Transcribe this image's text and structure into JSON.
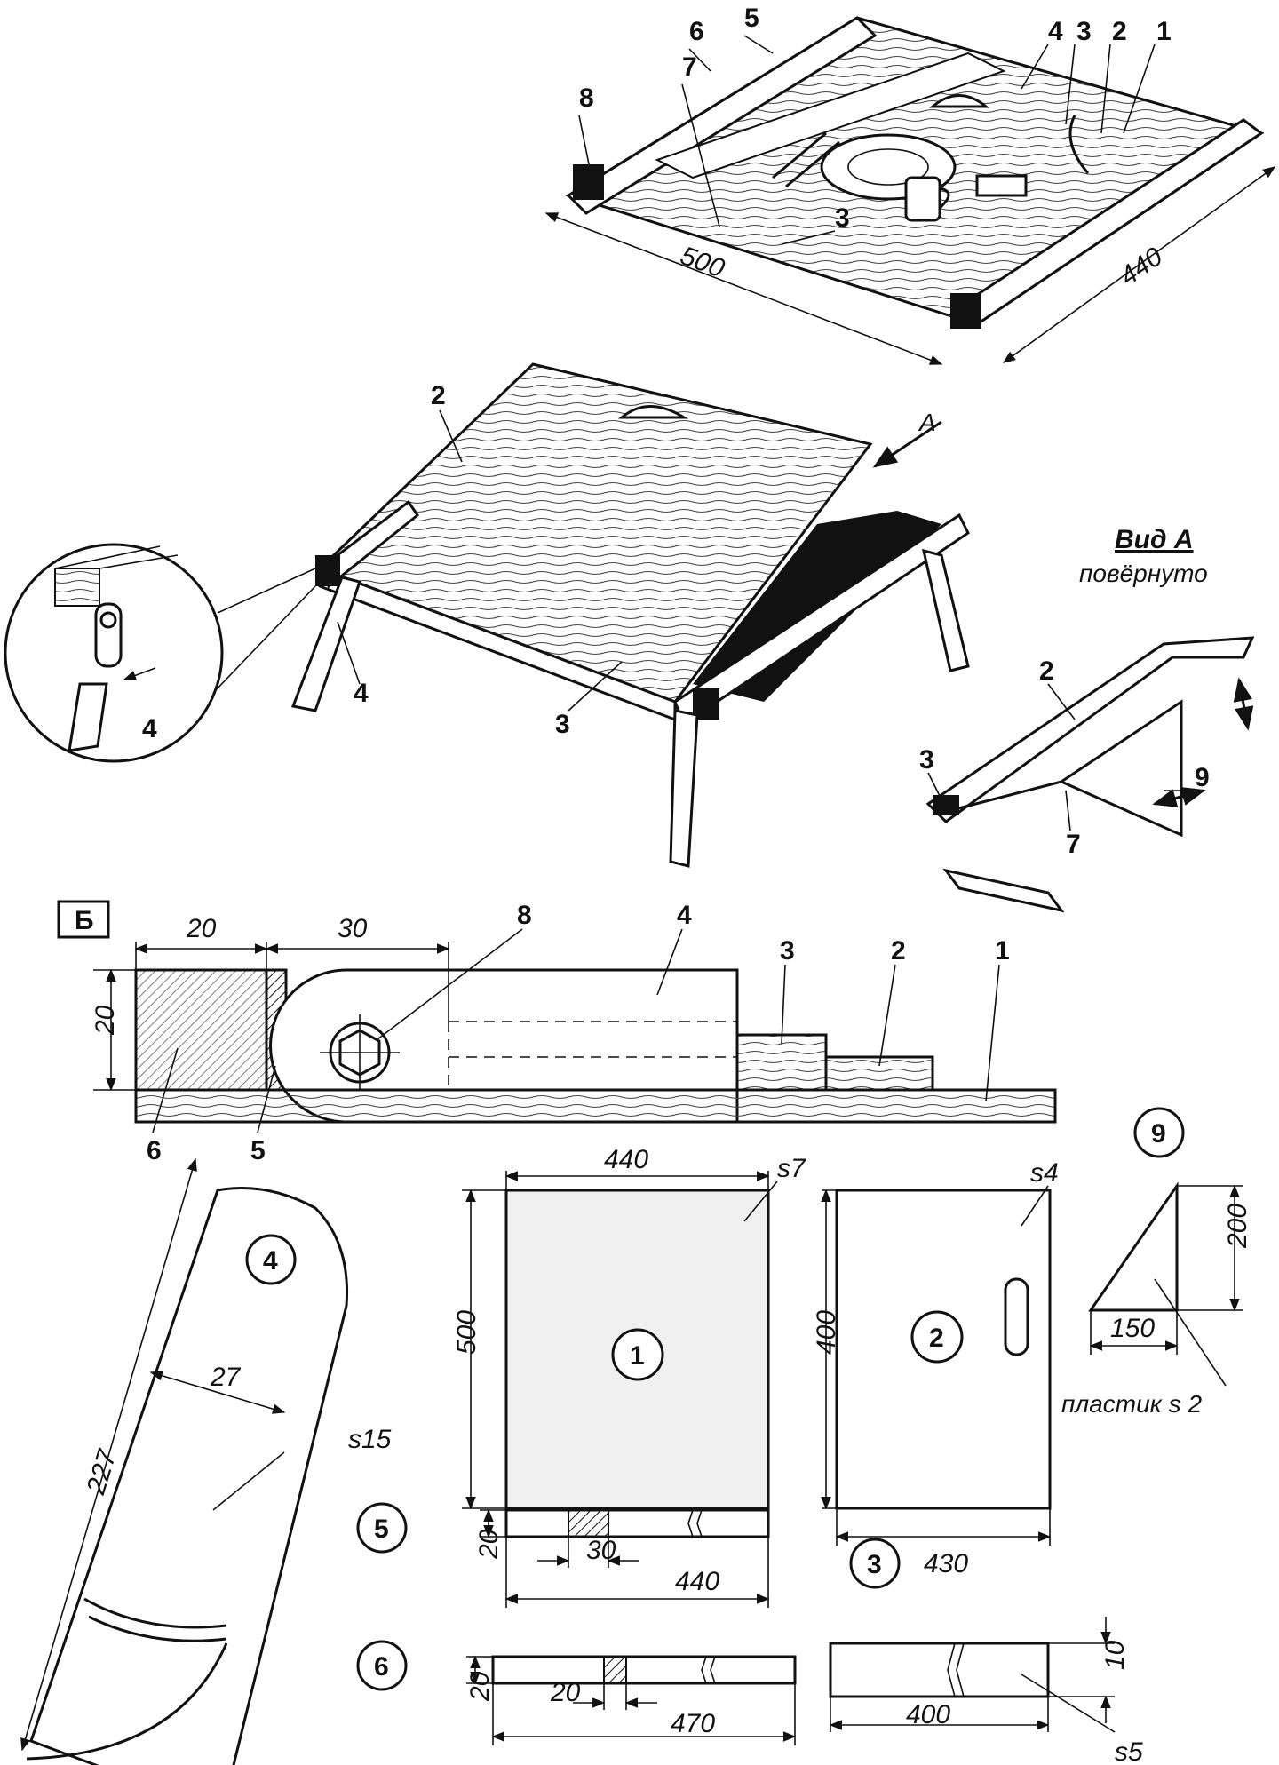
{
  "top_view": {
    "labels": [
      "1",
      "2",
      "3",
      "4",
      "5",
      "6",
      "7",
      "8",
      "3"
    ],
    "dim_length": "500",
    "dim_width": "440"
  },
  "middle_view": {
    "label_top": "2",
    "label_leg_left": "4",
    "label_front": "3",
    "arrow_label": "A",
    "detail_label": "4"
  },
  "view_a": {
    "title": "Вид А",
    "subtitle": "повёрнуто",
    "labels": [
      "2",
      "3",
      "9",
      "7"
    ]
  },
  "section_b": {
    "tag": "Б",
    "dim_a": "20",
    "dim_b": "30",
    "dim_h": "20",
    "labels": [
      "8",
      "4",
      "3",
      "2",
      "1",
      "6",
      "5"
    ]
  },
  "parts": {
    "p1": {
      "id": "1",
      "width": "440",
      "height": "500",
      "thickness": "s7"
    },
    "p2": {
      "id": "2",
      "width": "430",
      "height": "400",
      "thickness": "s4"
    },
    "p3": {
      "id": "3",
      "length": "400",
      "height": "10",
      "thickness": "s5"
    },
    "p4": {
      "id": "4",
      "length": "227",
      "width": "27",
      "thickness": "s15"
    },
    "p5": {
      "id": "5",
      "length": "440",
      "slot": "30",
      "height": "20"
    },
    "p6": {
      "id": "6",
      "length": "470",
      "slot": "20",
      "height": "20"
    },
    "p9": {
      "id": "9",
      "base": "150",
      "height": "200",
      "material": "пластик s 2"
    }
  }
}
